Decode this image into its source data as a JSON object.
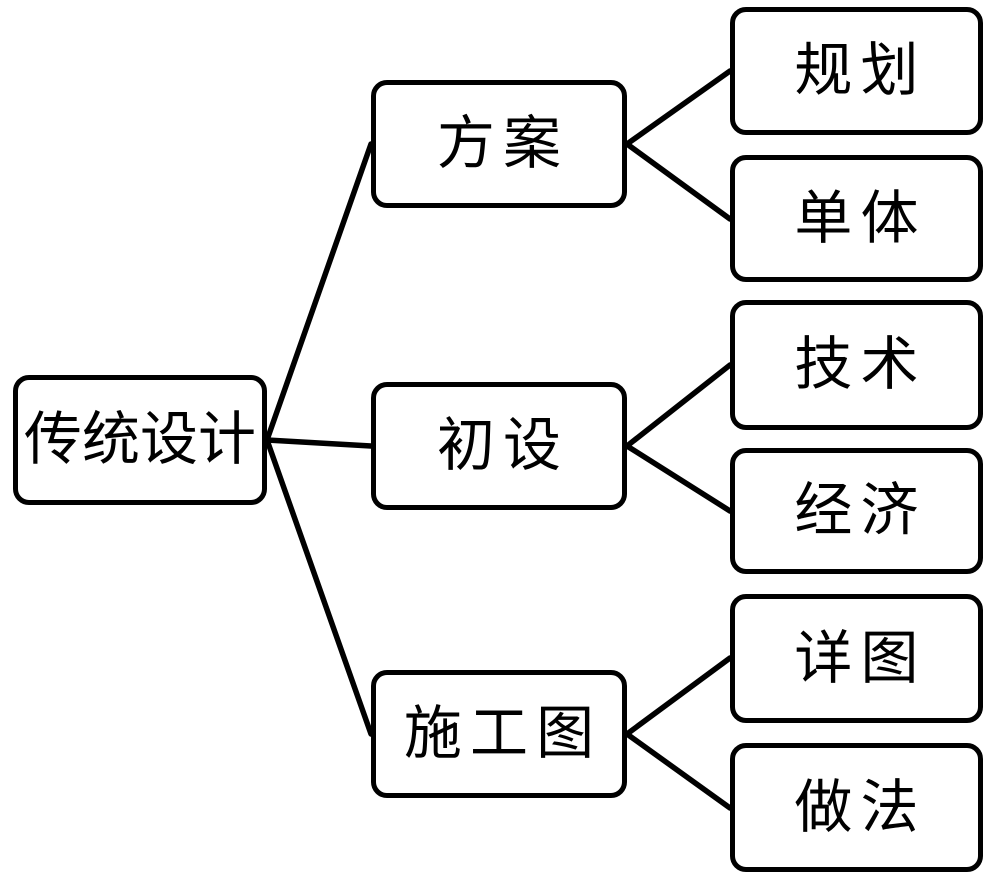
{
  "colors": {
    "background": "#ffffff",
    "box_fill": "#ffffff",
    "box_border": "#000000",
    "edge_line": "#000000",
    "text": "#000000"
  },
  "nodes": {
    "root": {
      "label": "传统设计"
    },
    "fangan": {
      "label": "方案"
    },
    "chushe": {
      "label": "初设"
    },
    "shigongtu": {
      "label": "施工图"
    },
    "guihua": {
      "label": "规划"
    },
    "danti": {
      "label": "单体"
    },
    "jishu": {
      "label": "技术"
    },
    "jingji": {
      "label": "经济"
    },
    "xiangtu": {
      "label": "详图"
    },
    "zuofa": {
      "label": "做法"
    }
  },
  "edges": [
    {
      "from": "传统设计",
      "to": "方案"
    },
    {
      "from": "传统设计",
      "to": "初设"
    },
    {
      "from": "传统设计",
      "to": "施工图"
    },
    {
      "from": "方案",
      "to": "规划"
    },
    {
      "from": "方案",
      "to": "单体"
    },
    {
      "from": "初设",
      "to": "技术"
    },
    {
      "from": "初设",
      "to": "经济"
    },
    {
      "from": "施工图",
      "to": "详图"
    },
    {
      "from": "施工图",
      "to": "做法"
    }
  ],
  "hierarchy": {
    "传统设计": {
      "方案": [
        "规划",
        "单体"
      ],
      "初设": [
        "技术",
        "经济"
      ],
      "施工图": [
        "详图",
        "做法"
      ]
    }
  }
}
